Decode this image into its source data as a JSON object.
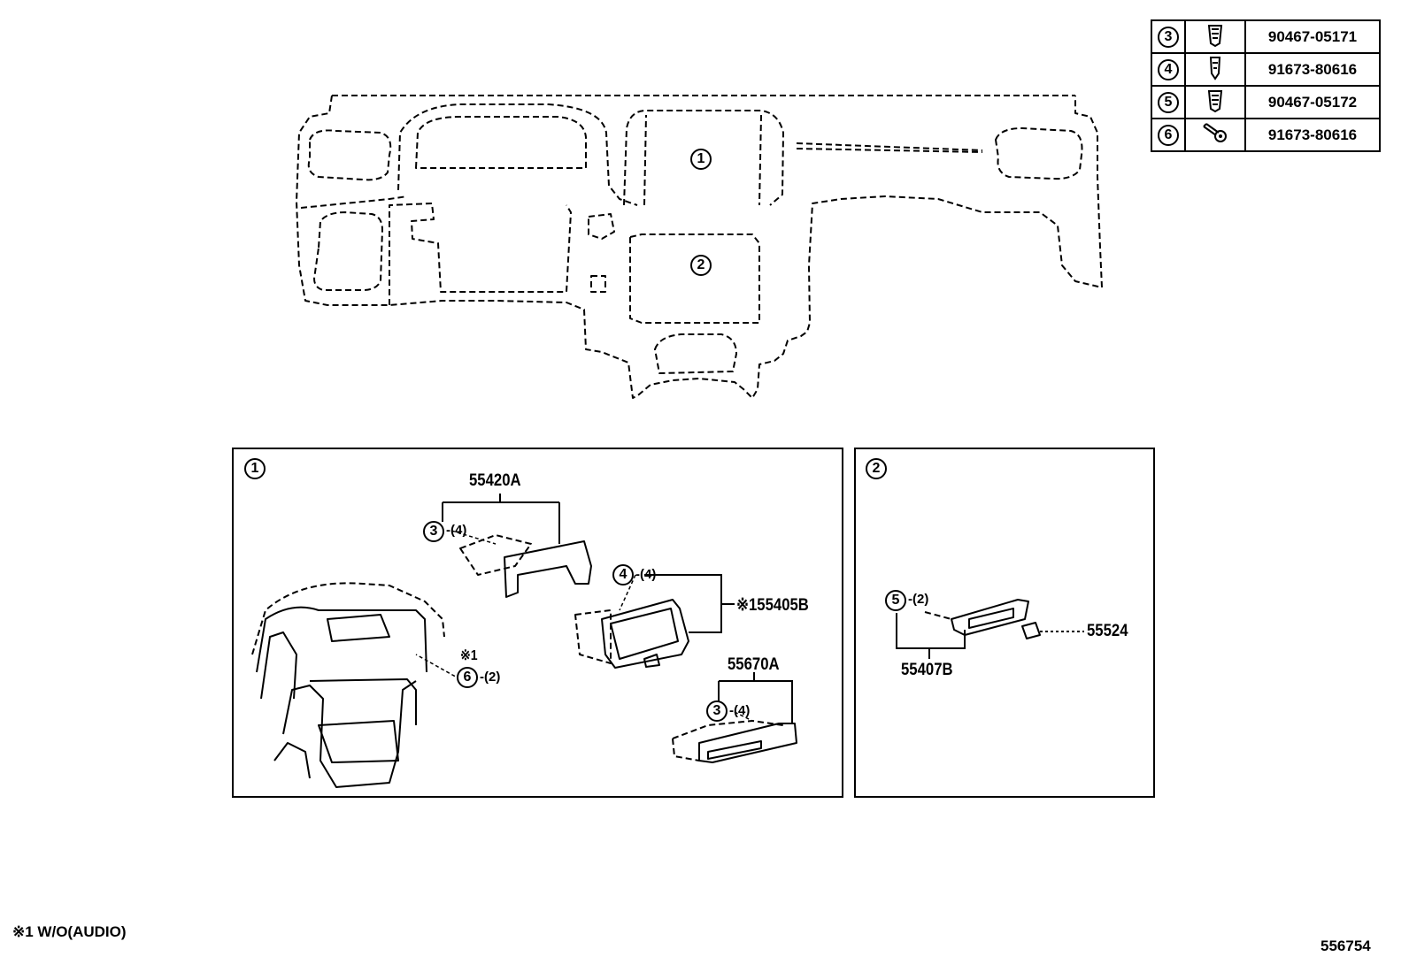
{
  "parts_table": [
    {
      "ref": "3",
      "icon": "clip-icon",
      "part_no": "90467-05171"
    },
    {
      "ref": "4",
      "icon": "clip-icon",
      "part_no": "91673-80616"
    },
    {
      "ref": "5",
      "icon": "clip-icon",
      "part_no": "90467-05172"
    },
    {
      "ref": "6",
      "icon": "screw-icon",
      "part_no": "91673-80616"
    }
  ],
  "overview": {
    "marker_1": "1",
    "marker_2": "2"
  },
  "panel1": {
    "marker": "1",
    "p55420a": "55420A",
    "ref3a": "3",
    "qty3a": "-(4)",
    "ref4": "4",
    "qty4": "-(4)",
    "p55405b": "※155405B",
    "note_ref": "※1",
    "ref6": "6",
    "qty6": "-(2)",
    "p55670a": "55670A",
    "ref3b": "3",
    "qty3b": "-(4)"
  },
  "panel2": {
    "marker": "2",
    "ref5": "5",
    "qty5": "-(2)",
    "p55407b": "55407B",
    "p55524": "55524"
  },
  "footnote": "※1 W/O(AUDIO)",
  "diagram_id": "556754"
}
